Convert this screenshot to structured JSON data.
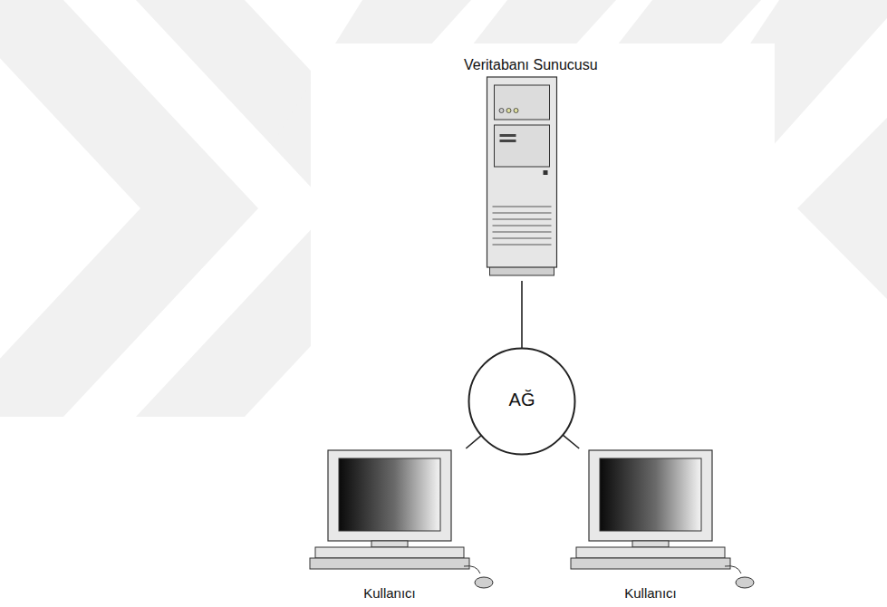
{
  "diagram": {
    "nodes": [
      {
        "text": [
          "Veritabanı Sunucusu"
        ]
      },
      {
        "text": [
          "AĞ"
        ]
      },
      {
        "text": [
          "Kullanıcı"
        ]
      },
      {
        "text": [
          "Kullanıcı"
        ]
      }
    ],
    "edges": [
      {
        "from": 0,
        "to": 1,
        "arrow": "none"
      },
      {
        "from": 1,
        "to": 2,
        "arrow": "none"
      },
      {
        "from": 1,
        "to": 3,
        "arrow": "none"
      }
    ]
  }
}
